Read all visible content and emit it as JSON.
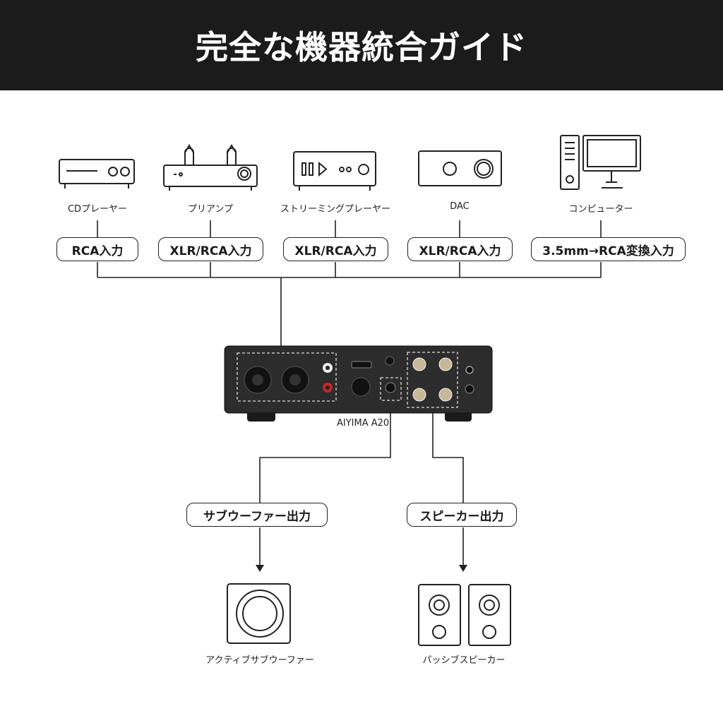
{
  "header": {
    "title": "完全な機器統合ガイド"
  },
  "sources": [
    {
      "icon": "cd-player-icon",
      "label": "CDプレーヤー",
      "input": "RCA入力"
    },
    {
      "icon": "preamp-icon",
      "label": "プリアンプ",
      "input": "XLR/RCA入力"
    },
    {
      "icon": "streaming-player-icon",
      "label": "ストリーミングプレーヤー",
      "input": "XLR/RCA入力"
    },
    {
      "icon": "dac-icon",
      "label": "DAC",
      "input": "XLR/RCA入力"
    },
    {
      "icon": "computer-icon",
      "label": "コンピューター",
      "input": "3.5mm→RCA変換入力"
    }
  ],
  "amplifier": {
    "model": "AIYIMA A20"
  },
  "outputs": [
    {
      "output": "サブウーファー出力",
      "icon": "subwoofer-icon",
      "label": "アクティブサブウーファー"
    },
    {
      "output": "スピーカー出力",
      "icon": "passive-speakers-icon",
      "label": "パッシブスピーカー"
    }
  ],
  "colors": {
    "header_bg": "#1b1b1b",
    "line": "#222222",
    "amp_body": "#2a2a2a"
  }
}
